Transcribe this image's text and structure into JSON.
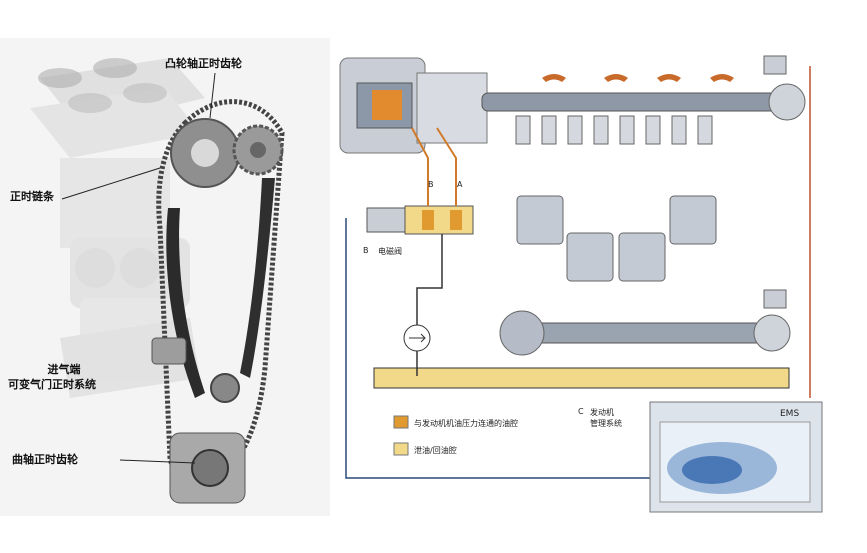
{
  "left_diagram": {
    "labels": {
      "camshaft_sprocket": "凸轮轴正时齿轮",
      "timing_chain": "正时链条",
      "intake_vvt_line1": "进气端",
      "intake_vvt_line2": "可变气门正时系统",
      "crankshaft_sprocket": "曲轴正时齿轮"
    }
  },
  "right_diagram": {
    "port_a": "A",
    "port_b": "B",
    "solenoid_label": "电磁阀",
    "solenoid_marker": "B",
    "ems_marker": "C",
    "ems_label_line1": "发动机",
    "ems_label_line2": "管理系统",
    "ems_box_title": "EMS",
    "legend": [
      {
        "text": "与发动机机油压力连通的油腔",
        "color": "#e09a30"
      },
      {
        "text": "泄油/回油腔",
        "color": "#f2d98a"
      }
    ]
  }
}
